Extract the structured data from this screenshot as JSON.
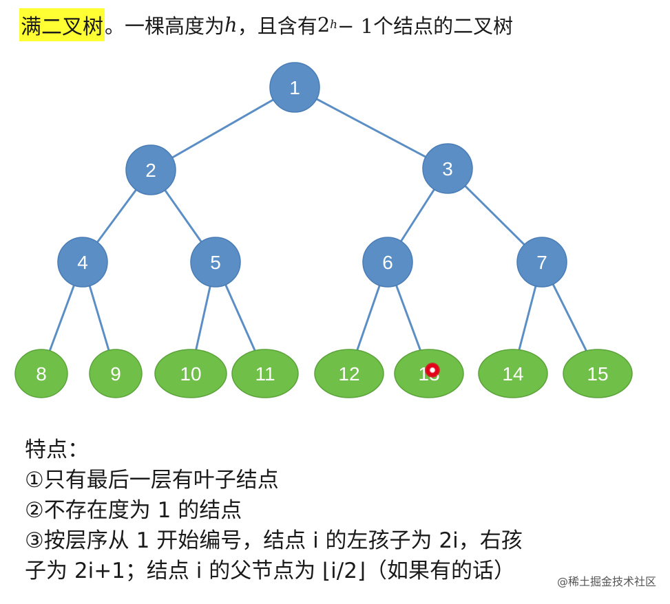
{
  "header": {
    "term": "满二叉树",
    "definition_prefix": "。一棵高度为",
    "h_var": "h",
    "definition_mid": "，且含有",
    "two": "2",
    "sup_h": "h",
    "definition_suffix": "− 1个结点的二叉树"
  },
  "tree": {
    "internal_color": "#5b8ec5",
    "leaf_color": "#70bf48",
    "edge_color": "#5b8ec5",
    "nodes": [
      "1",
      "2",
      "3",
      "4",
      "5",
      "6",
      "7",
      "8",
      "9",
      "10",
      "11",
      "12",
      "13",
      "14",
      "15"
    ]
  },
  "features": {
    "heading": "特点：",
    "item1": "①只有最后一层有叶子结点",
    "item2": "②不存在度为 1 的结点",
    "item3_line1": "③按层序从 1 开始编号，结点 i 的左孩子为 2i，右孩",
    "item3_line2": "子为 2i+1；结点 i 的父节点为 ⌊i/2⌋（如果有的话）"
  },
  "watermark": "@稀土掘金技术社区"
}
